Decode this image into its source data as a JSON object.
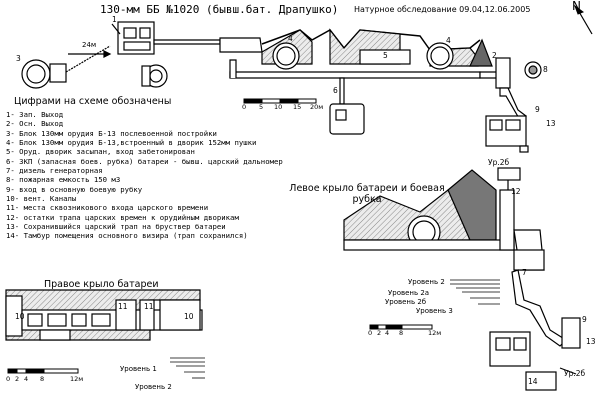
{
  "title": "130-мм ББ №1020 (бывш.бат. Драпушко)",
  "subtitle": "Натурное обследование 09.04,12.06.2005",
  "north_label": "N",
  "distance_label": "24м",
  "legend": {
    "heading": "Цифрами на схеме обозначены",
    "items": [
      "1- Зап. Выход",
      "2- Осн. Выход",
      "3- Блок 130мм орудия Б-13 послевоенной постройки",
      "4- Блок 130мм орудия Б-13,встроенный в дворик 152мм пушки",
      "5- Оруд. дворик засыпан, вход забетонирован",
      "6- ЗКП (запасная боев. рубка) батареи - бывш. царский дальномер",
      "7- дизель генераторная",
      "8- пожарная емкость 150 м3",
      "9- вход в основную боевую рубку",
      "10- вент. Каналы",
      "11- места сквозникового входа царского времени",
      "12- остатки трапа царских времен к орудийным дворикам",
      "13- Сохранившийся царский трап на бруствер батареи",
      "14- Тамбур помещения основного визира (трап сохранился)"
    ]
  },
  "scales": {
    "main": {
      "ticks": [
        "0",
        "5",
        "10",
        "15",
        "20м"
      ]
    },
    "detail": {
      "ticks": [
        "0",
        "2",
        "4",
        "8",
        "12м"
      ]
    }
  },
  "left_wing": {
    "caption": "Левое крыло батареи и боевая рубка",
    "levels": [
      "Уровень 2",
      "Уровень 2а",
      "Уровень 2б",
      "Уровень 3"
    ],
    "ur_labels": [
      "Ур.2б",
      "Ур.2б"
    ]
  },
  "right_wing": {
    "caption": "Правое крыло батареи",
    "levels": [
      "Уровень 1",
      "Уровень 2"
    ]
  },
  "map_numbers": {
    "n1": "1",
    "n2": "2",
    "n3": "3",
    "n4a": "4",
    "n4b": "4",
    "n5": "5",
    "n6": "6",
    "n8": "8",
    "n9a": "9",
    "n13a": "13",
    "n12": "12",
    "n7": "7",
    "n9b": "9",
    "n13b": "13",
    "n14": "14",
    "n10a": "10",
    "n11a": "11",
    "n11b": "11",
    "n10b": "10"
  }
}
